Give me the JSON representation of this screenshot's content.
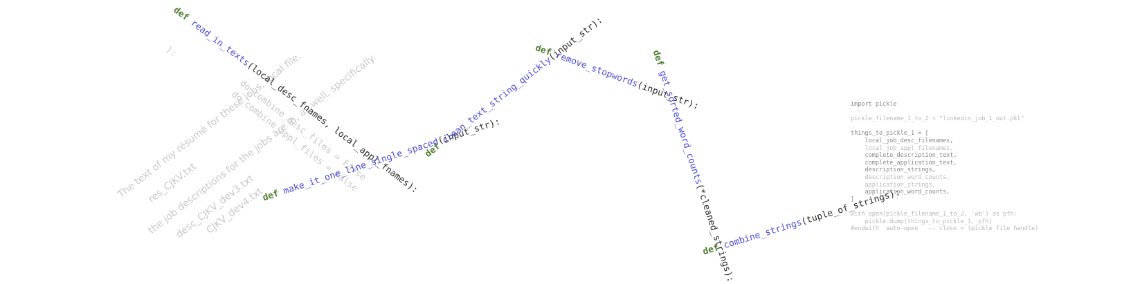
{
  "functions": [
    {
      "keyword": "def",
      "name": "read_in_texts",
      "args": "(local_desc_fnames, local_appl_fnames):"
    },
    {
      "keyword": "def",
      "name": "make_it_one_line_single_spaced",
      "args": "(input_str):"
    },
    {
      "keyword": "def",
      "name": "clean_text_string_quickly",
      "args": "(input_str):"
    },
    {
      "keyword": "def",
      "name": "remove_stopwords",
      "args": "(input_str):"
    },
    {
      "keyword": "def",
      "name": "get_sorted_word_counts",
      "args": "(*cleaned_strings):"
    },
    {
      "keyword": "def",
      "name": "combine_strings",
      "args": "(tuple_of_strings):"
    }
  ],
  "ghost_text": {
    "paren_close": "):",
    "resume_note": "The text of my résumé for these jobs, local file.",
    "resume_file": "res_CJKV.txt",
    "desc_note": "the job descriptions for the jobs are in, as well, specifically.",
    "desc_file_1": "desc_CJKV_dev3.txt",
    "desc_file_2": "CJKV_dev4.txt",
    "combine_desc": "do_combine_desc_files = False",
    "combine_appl": "do_combine_appl_files = False"
  },
  "code": {
    "import_line": "import pickle",
    "filename_line": "pickle_filename_1_to_2 = \"linkedin_job_1_out.pkl\"",
    "list_open": "things_to_pickle_1 = [",
    "items": [
      "local_job_desc_filenames,",
      "local_job_appl_filenames,",
      "complete_description_text,",
      "complete_application_text,",
      "description_strings,",
      "description_word_counts,",
      "application_strings,",
      "application_word_counts,"
    ],
    "list_close": "]",
    "with_line": "with open(pickle_filename_1_to_2, 'wb') as pfh:",
    "dump_line": "    pickle.dump(things_to_pickle_1, pfh)",
    "comment_line": "#endwith  auto-open   -- close = (pickle file handle)"
  }
}
